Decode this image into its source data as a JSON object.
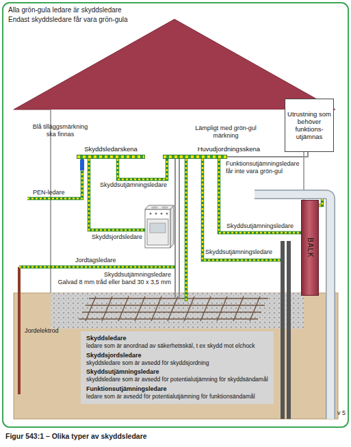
{
  "diagram": {
    "caption": "Figur 543:1 – Olika typer av skyddsledare",
    "nodes": [
      {
        "text": [
          "Utrustning som behöver funktions-utjämnas"
        ]
      },
      {
        "text": [
          "Skyddsledarskena"
        ]
      },
      {
        "text": [
          "Huvudjordningsskena"
        ]
      },
      {
        "text": [
          "BALK"
        ]
      },
      {
        "text": [
          "Skyddsledare",
          "ledare som är anordnad av säkerhetsskäl, t ex skydd mot elchock",
          "Skyddsjordsledare",
          "skyddsledare som är avsedd för skyddsjordning",
          "Skyddsutjämningsledare",
          "skyddsledare som är avsedd för potentialutjämning för skyddsändamål",
          "Funktionsutjämningsledare",
          "ledare som är avsedd för potentialutjämning för funktionsändamål"
        ]
      }
    ],
    "edges": [
      {
        "from": 1,
        "to": 2,
        "label": "Skyddsutjämningsledare",
        "arrow": "none"
      },
      {
        "from": 2,
        "to": 0,
        "label": "Funktionsutjämningsledare får inte vara grön-gul",
        "arrow": "none"
      },
      {
        "from": 2,
        "to": 3,
        "label": "Skyddsutjämningsledare",
        "arrow": "none"
      }
    ],
    "labels": [
      "Alla grön-gula ledare är skyddsledare",
      "Endast skyddsledare får vara grön-gula",
      "Blå tilläggsmärkning ska finnas",
      "Lämpligt med grön-gul märkning",
      "PEN-ledare",
      "Skyddsjordsledare",
      "Jordtagsledare",
      "Skyddsutjämningsledare",
      "Skyddsutjämningsledare",
      "Galvad 8 mm tråd eller band 30 x 3,5 mm",
      "Jordelektrod",
      "v 5"
    ]
  }
}
